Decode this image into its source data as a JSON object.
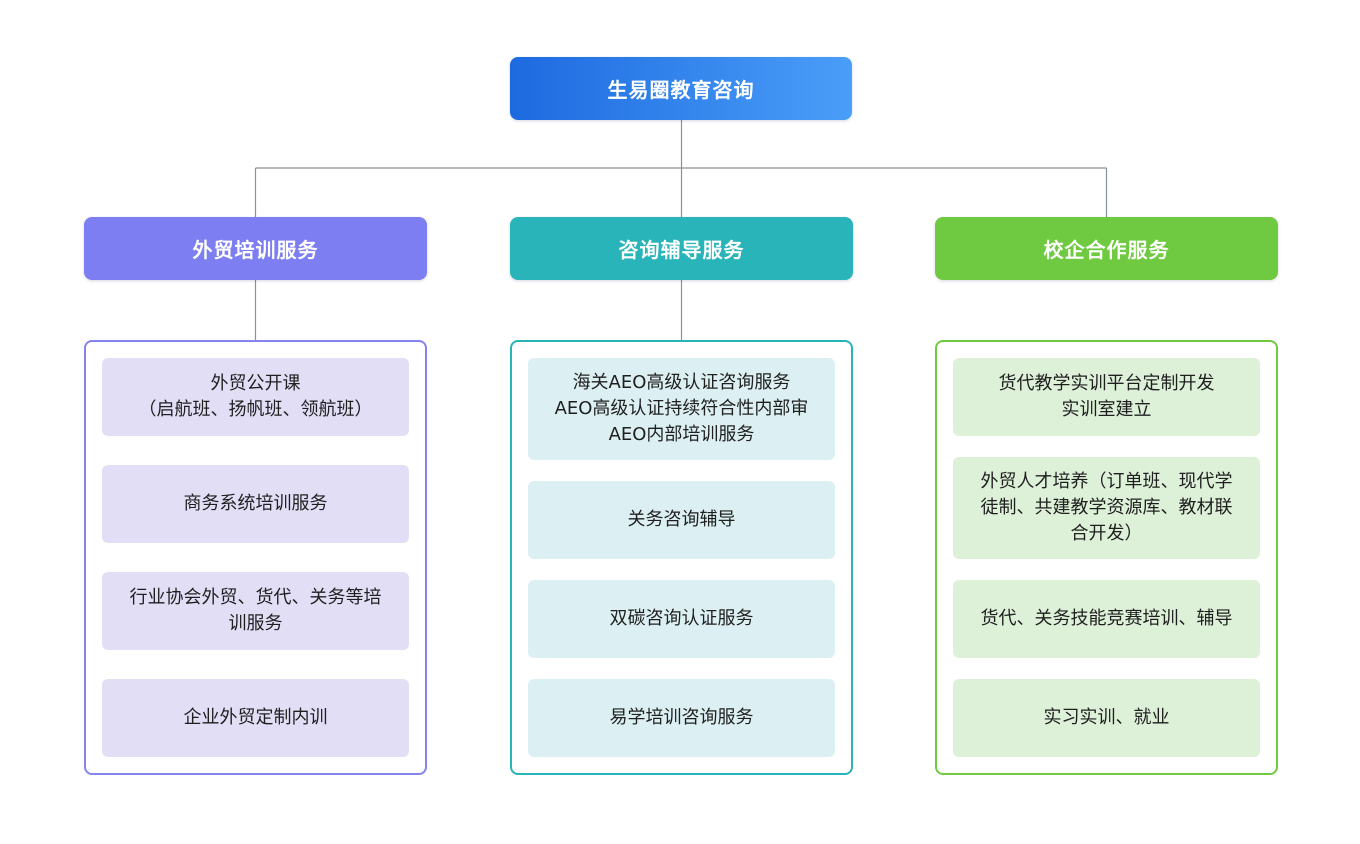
{
  "page": {
    "background_color": "#ffffff",
    "connector_color": "#8b9199"
  },
  "root": {
    "label": "生易圈教育咨询",
    "gradient_start": "#1d6ae0",
    "gradient_end": "#4a9ef8"
  },
  "branches": [
    {
      "label": "外贸培训服务",
      "header_color": "#7c7ef1",
      "border_color": "#8583f2",
      "item_bg": "#e1def6",
      "items": [
        "外贸公开课\n（启航班、扬帆班、领航班）",
        "商务系统培训服务",
        "行业协会外贸、货代、关务等培\n训服务",
        "企业外贸定制内训"
      ]
    },
    {
      "label": "咨询辅导服务",
      "header_color": "#29b4ba",
      "border_color": "#29b4ba",
      "item_bg": "#dcf0f3",
      "items": [
        "海关AEO高级认证咨询服务\nAEO高级认证持续符合性内部审\nAEO内部培训服务",
        "关务咨询辅导",
        "双碳咨询认证服务",
        "易学培训咨询服务"
      ]
    },
    {
      "label": "校企合作服务",
      "header_color": "#70ca41",
      "border_color": "#70ca41",
      "item_bg": "#ddf0d8",
      "items": [
        "货代教学实训平台定制开发\n实训室建立",
        "外贸人才培养（订单班、现代学\n徒制、共建教学资源库、教材联\n合开发）",
        "货代、关务技能竞赛培训、辅导",
        "实习实训、就业"
      ]
    }
  ]
}
